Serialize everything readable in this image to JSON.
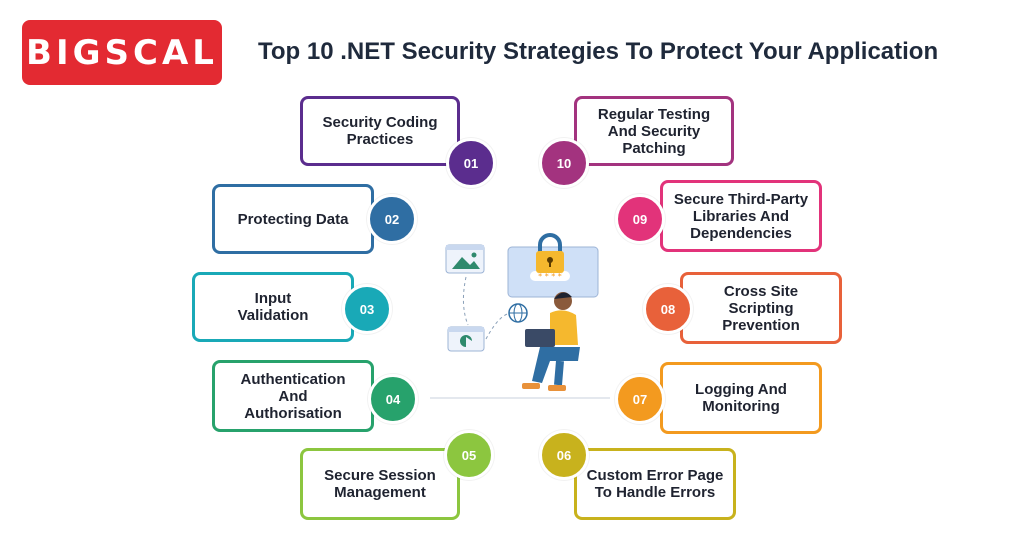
{
  "brand": {
    "logo_text": "BIGSCAL"
  },
  "title": "Top 10 .NET Security Strategies To Protect Your Application",
  "items": [
    {
      "num": "01",
      "lines": [
        "Security Coding",
        "Practices"
      ],
      "color": "#5b2d8e"
    },
    {
      "num": "02",
      "lines": [
        "Protecting Data"
      ],
      "color": "#2f6ea3"
    },
    {
      "num": "03",
      "lines": [
        "Input",
        "Validation"
      ],
      "color": "#19a9b7"
    },
    {
      "num": "04",
      "lines": [
        "Authentication",
        "And",
        "Authorisation"
      ],
      "color": "#27a26c"
    },
    {
      "num": "05",
      "lines": [
        "Secure Session",
        "Management"
      ],
      "color": "#8cc63f"
    },
    {
      "num": "06",
      "lines": [
        "Custom Error Page",
        "To Handle Errors"
      ],
      "color": "#c8b21d"
    },
    {
      "num": "07",
      "lines": [
        "Logging And",
        "Monitoring"
      ],
      "color": "#f39a1f"
    },
    {
      "num": "08",
      "lines": [
        "Cross Site",
        "Scripting",
        "Prevention"
      ],
      "color": "#e8613a"
    },
    {
      "num": "09",
      "lines": [
        "Secure Third-Party",
        "Libraries  And",
        "Dependencies"
      ],
      "color": "#e2337a"
    },
    {
      "num": "10",
      "lines": [
        "Regular Testing",
        "And Security",
        "Patching"
      ],
      "color": "#a3337f"
    }
  ],
  "colors": {
    "logo_bg": "#e32a32",
    "title": "#1f2a3c"
  }
}
